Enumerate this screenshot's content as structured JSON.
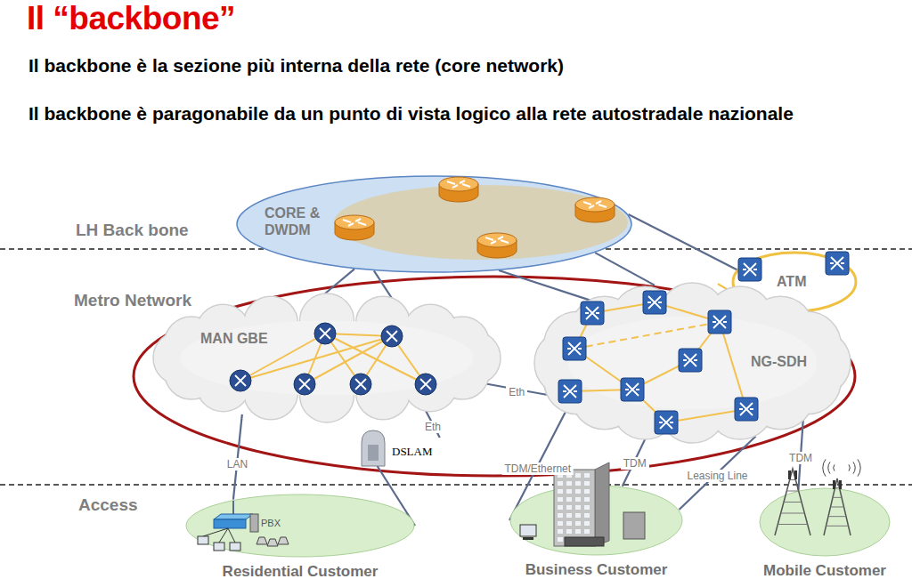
{
  "diagram": {
    "title": "Il “backbone”",
    "nodes": [
      {
        "text": [
          "CORE & DWDM"
        ]
      },
      {
        "text": [
          "ATM"
        ]
      },
      {
        "text": [
          "MAN GBE"
        ]
      },
      {
        "text": [
          "NG-SDH"
        ]
      },
      {
        "text": [
          "DSLAM"
        ]
      },
      {
        "text": [
          "Residential Customer"
        ]
      },
      {
        "text": [
          "Business Customer"
        ]
      },
      {
        "text": [
          "Mobile Customer"
        ]
      }
    ],
    "edges": [
      {
        "from": 0,
        "to": 2,
        "arrow": "none"
      },
      {
        "from": 0,
        "to": 2,
        "arrow": "none"
      },
      {
        "from": 0,
        "to": 3,
        "arrow": "none"
      },
      {
        "from": 0,
        "to": 3,
        "arrow": "none"
      },
      {
        "from": 0,
        "to": 1,
        "arrow": "none"
      },
      {
        "from": 1,
        "to": 3,
        "arrow": "none"
      },
      {
        "from": 2,
        "to": 5,
        "label": "LAN",
        "arrow": "none"
      },
      {
        "from": 2,
        "to": 4,
        "label": "Eth",
        "arrow": "none"
      },
      {
        "from": 4,
        "to": 5,
        "arrow": "none"
      },
      {
        "from": 2,
        "to": 3,
        "label": "Eth",
        "arrow": "none"
      },
      {
        "from": 3,
        "to": 6,
        "label": "TDM/Ethernet",
        "arrow": "none"
      },
      {
        "from": 3,
        "to": 6,
        "label": "TDM",
        "arrow": "none"
      },
      {
        "from": 3,
        "to": 6,
        "label": "Leasing Line",
        "arrow": "none"
      },
      {
        "from": 3,
        "to": 7,
        "label": "TDM",
        "arrow": "none"
      }
    ],
    "labels": [
      "Il backbone è la sezione più interna della rete (core network)",
      "Il backbone è paragonabile da un punto di vista logico alla rete autostradale nazionale",
      "LH Back bone",
      "Metro Network",
      "Access",
      "PBX"
    ]
  }
}
